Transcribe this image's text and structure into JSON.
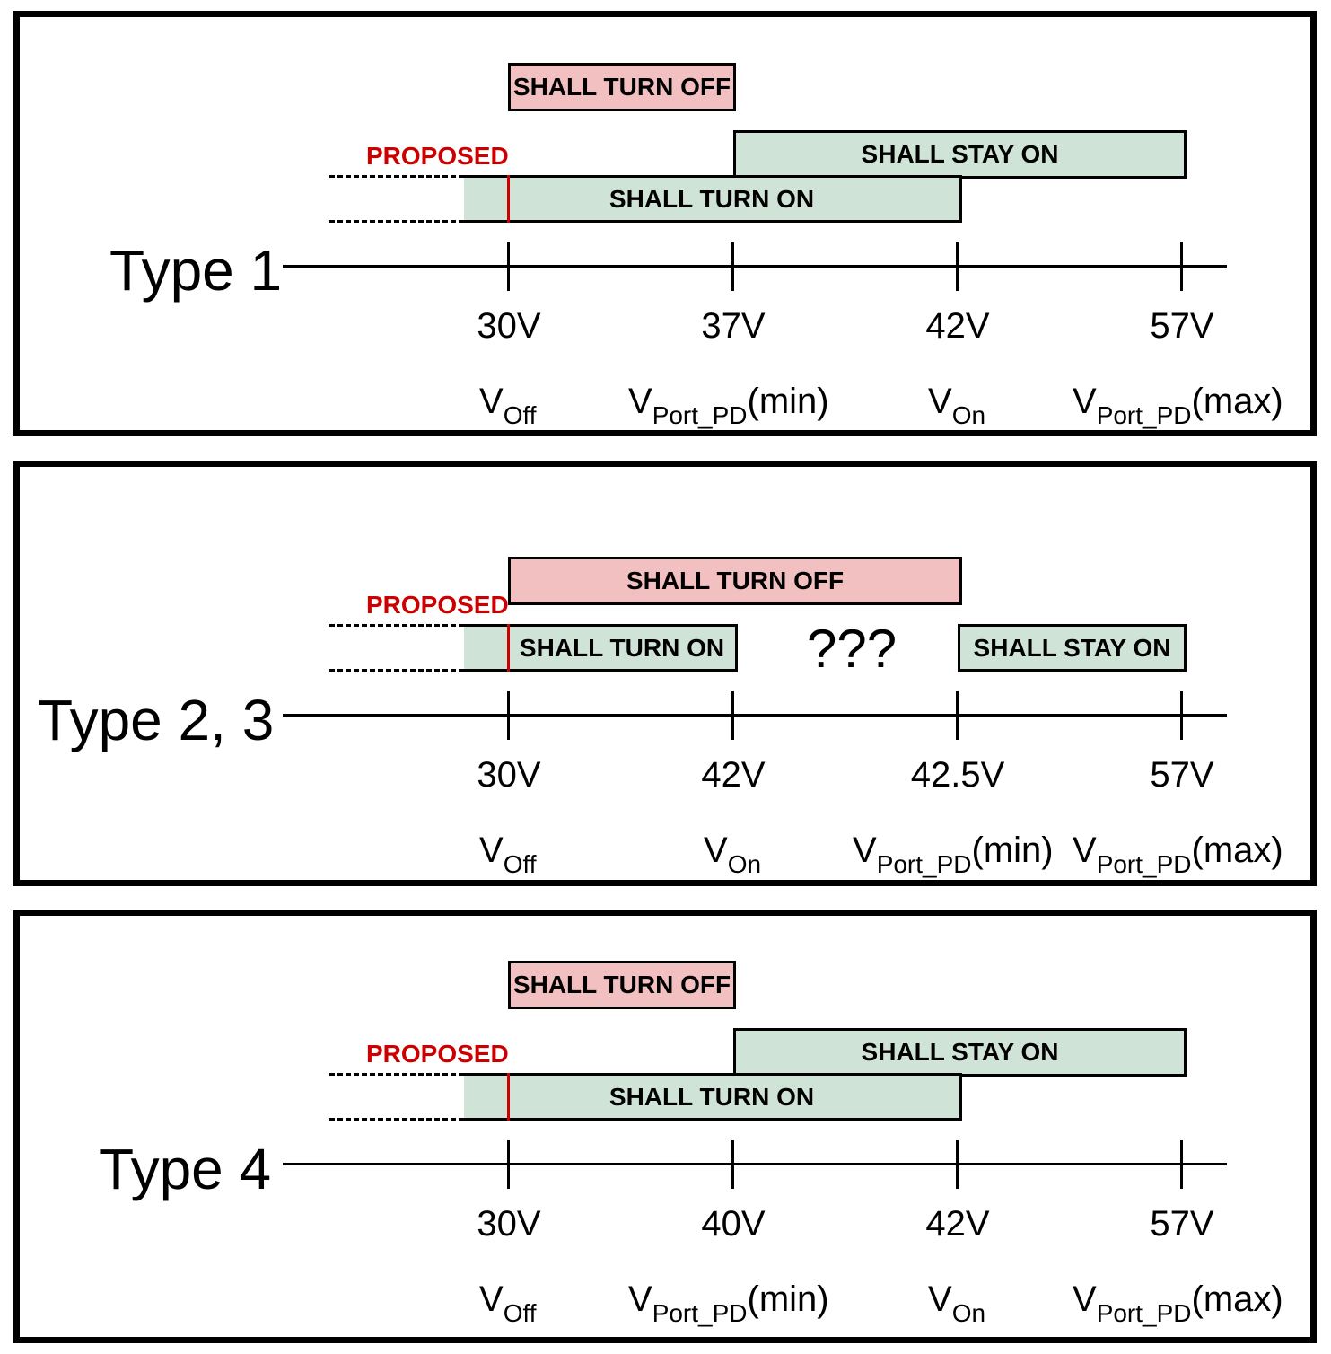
{
  "colors": {
    "shall_turn_off": "#f2c0c0",
    "shall_on": "#cfe3d6",
    "proposed": "#cc0000"
  },
  "panels": [
    {
      "type_label": "Type 1",
      "proposed_label": "PROPOSED",
      "bars": {
        "turn_off": "SHALL TURN OFF",
        "stay_on": "SHALL STAY ON",
        "turn_on": "SHALL TURN ON"
      },
      "ticks": [
        {
          "value": "30V",
          "name": "V",
          "sub": "Off",
          "suffix": ""
        },
        {
          "value": "37V",
          "name": "V",
          "sub": "Port_PD",
          "suffix": "(min)"
        },
        {
          "value": "42V",
          "name": "V",
          "sub": "On",
          "suffix": ""
        },
        {
          "value": "57V",
          "name": "V",
          "sub": "Port_PD",
          "suffix": "(max)"
        }
      ]
    },
    {
      "type_label": "Type 2, 3",
      "proposed_label": "PROPOSED",
      "bars": {
        "turn_off": "SHALL TURN OFF",
        "stay_on": "SHALL STAY ON",
        "turn_on": "SHALL TURN ON"
      },
      "gap_label": "???",
      "ticks": [
        {
          "value": "30V",
          "name": "V",
          "sub": "Off",
          "suffix": ""
        },
        {
          "value": "42V",
          "name": "V",
          "sub": "On",
          "suffix": ""
        },
        {
          "value": "42.5V",
          "name": "V",
          "sub": "Port_PD",
          "suffix": "(min)"
        },
        {
          "value": "57V",
          "name": "V",
          "sub": "Port_PD",
          "suffix": "(max)"
        }
      ]
    },
    {
      "type_label": "Type 4",
      "proposed_label": "PROPOSED",
      "bars": {
        "turn_off": "SHALL TURN OFF",
        "stay_on": "SHALL STAY ON",
        "turn_on": "SHALL TURN ON"
      },
      "ticks": [
        {
          "value": "30V",
          "name": "V",
          "sub": "Off",
          "suffix": ""
        },
        {
          "value": "40V",
          "name": "V",
          "sub": "Port_PD",
          "suffix": "(min)"
        },
        {
          "value": "42V",
          "name": "V",
          "sub": "On",
          "suffix": ""
        },
        {
          "value": "57V",
          "name": "V",
          "sub": "Port_PD",
          "suffix": "(max)"
        }
      ]
    }
  ]
}
